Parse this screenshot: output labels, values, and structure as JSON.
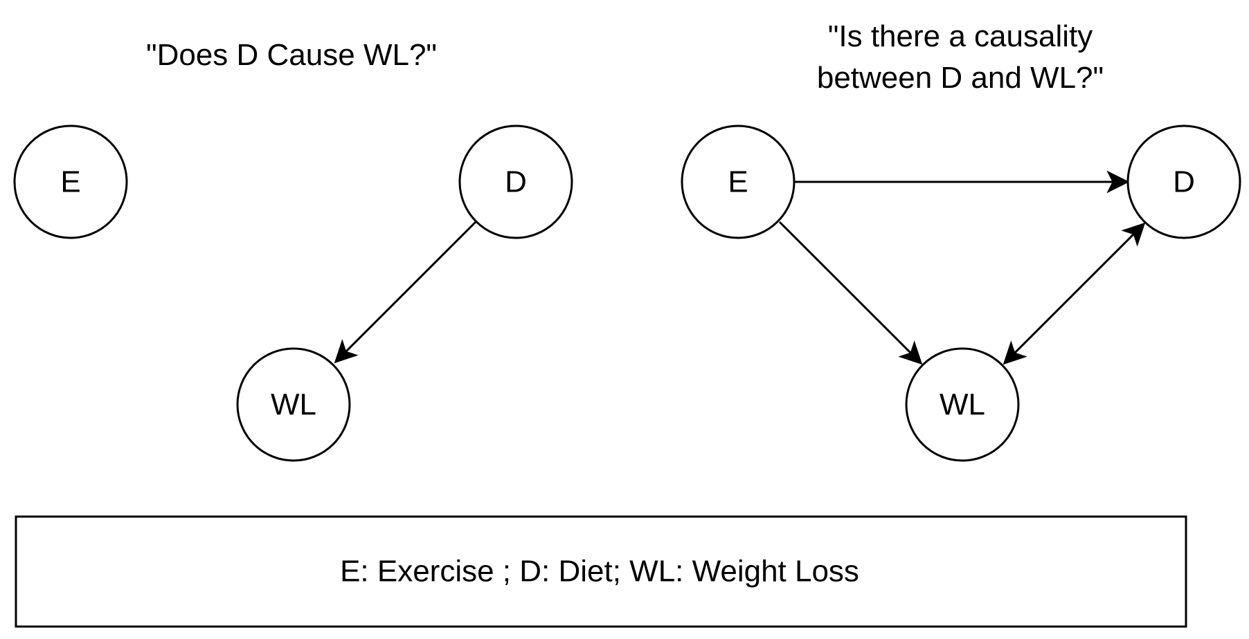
{
  "left_panel": {
    "title": "\"Does D Cause WL?\"",
    "nodes": {
      "e": "E",
      "d": "D",
      "wl": "WL"
    }
  },
  "right_panel": {
    "title_line1": "\"Is there a causality",
    "title_line2": "between D and WL?\"",
    "nodes": {
      "e": "E",
      "d": "D",
      "wl": "WL"
    }
  },
  "legend": {
    "text": "E: Exercise ; D: Diet; WL: Weight Loss"
  },
  "colors": {
    "stroke": "#000000",
    "background": "#ffffff"
  }
}
